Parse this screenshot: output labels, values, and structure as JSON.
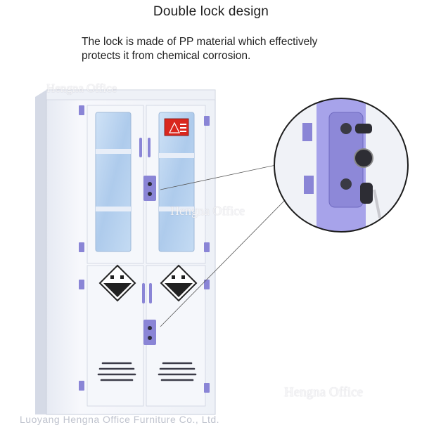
{
  "heading": "Double lock design",
  "description": {
    "line1": "The lock is made of PP material which effectively",
    "line2": "protects it from chemical corrosion."
  },
  "watermarks": {
    "top_left": "Hengna Office",
    "center": "Hengna Office",
    "bottom_right": "Hengna Office"
  },
  "footer_text": "Luoyang Hengna Office Furniture Co., Ltd.",
  "colors": {
    "cabinet_body": "#f4f6fb",
    "accent_purple": "#8a85d6",
    "glass_blue": "#b7d4f0",
    "warning_red": "#d9271e"
  },
  "icons": [
    "corrosive-hazard-icon",
    "fire-warning-sign-icon",
    "lock-icon",
    "key-icon"
  ]
}
